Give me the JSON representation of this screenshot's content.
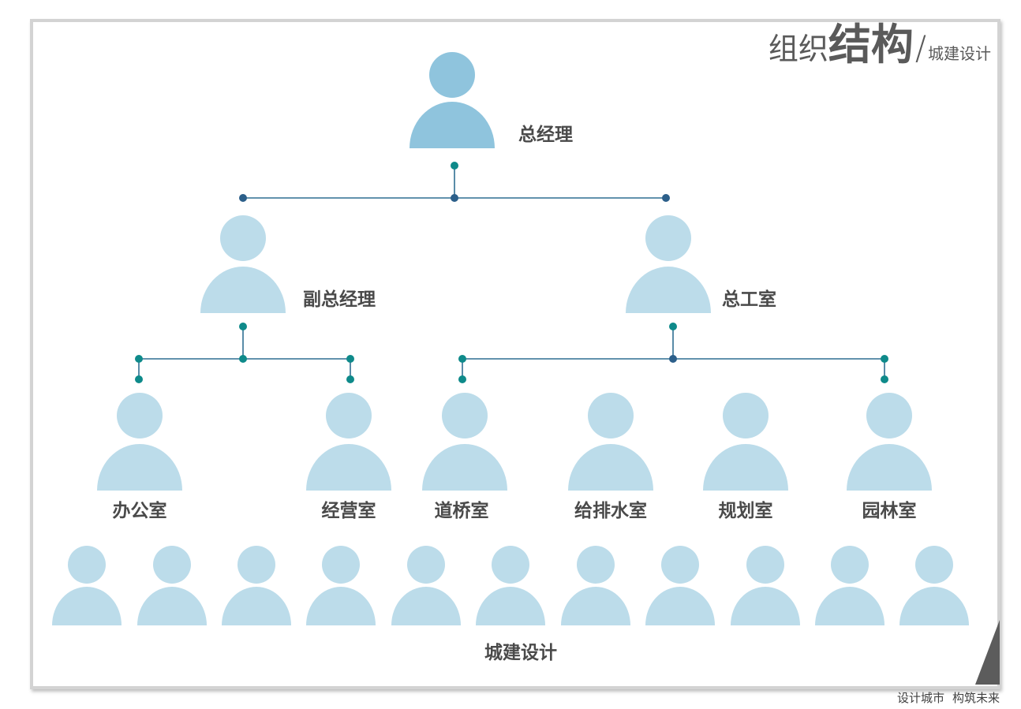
{
  "title": {
    "part1": "组织",
    "part2": "结构",
    "slash": "/",
    "part3": "城建设计"
  },
  "levels": {
    "top": "总经理",
    "second": [
      "副总经理",
      "总工室"
    ],
    "third": [
      "办公室",
      "经营室",
      "道桥室",
      "给排水室",
      "规划室",
      "园林室"
    ],
    "staff_label": "城建设计"
  },
  "footer": {
    "left": "设计城市",
    "right": "构筑未来"
  },
  "colors": {
    "person_primary": "#8fc4dd",
    "person_light": "#bcdcea",
    "connector": "#2f6f92",
    "node_teal": "#0e8a8a",
    "node_navy": "#2c5f8a",
    "text": "#4a4a4a",
    "corner": "#5c5c5c"
  }
}
